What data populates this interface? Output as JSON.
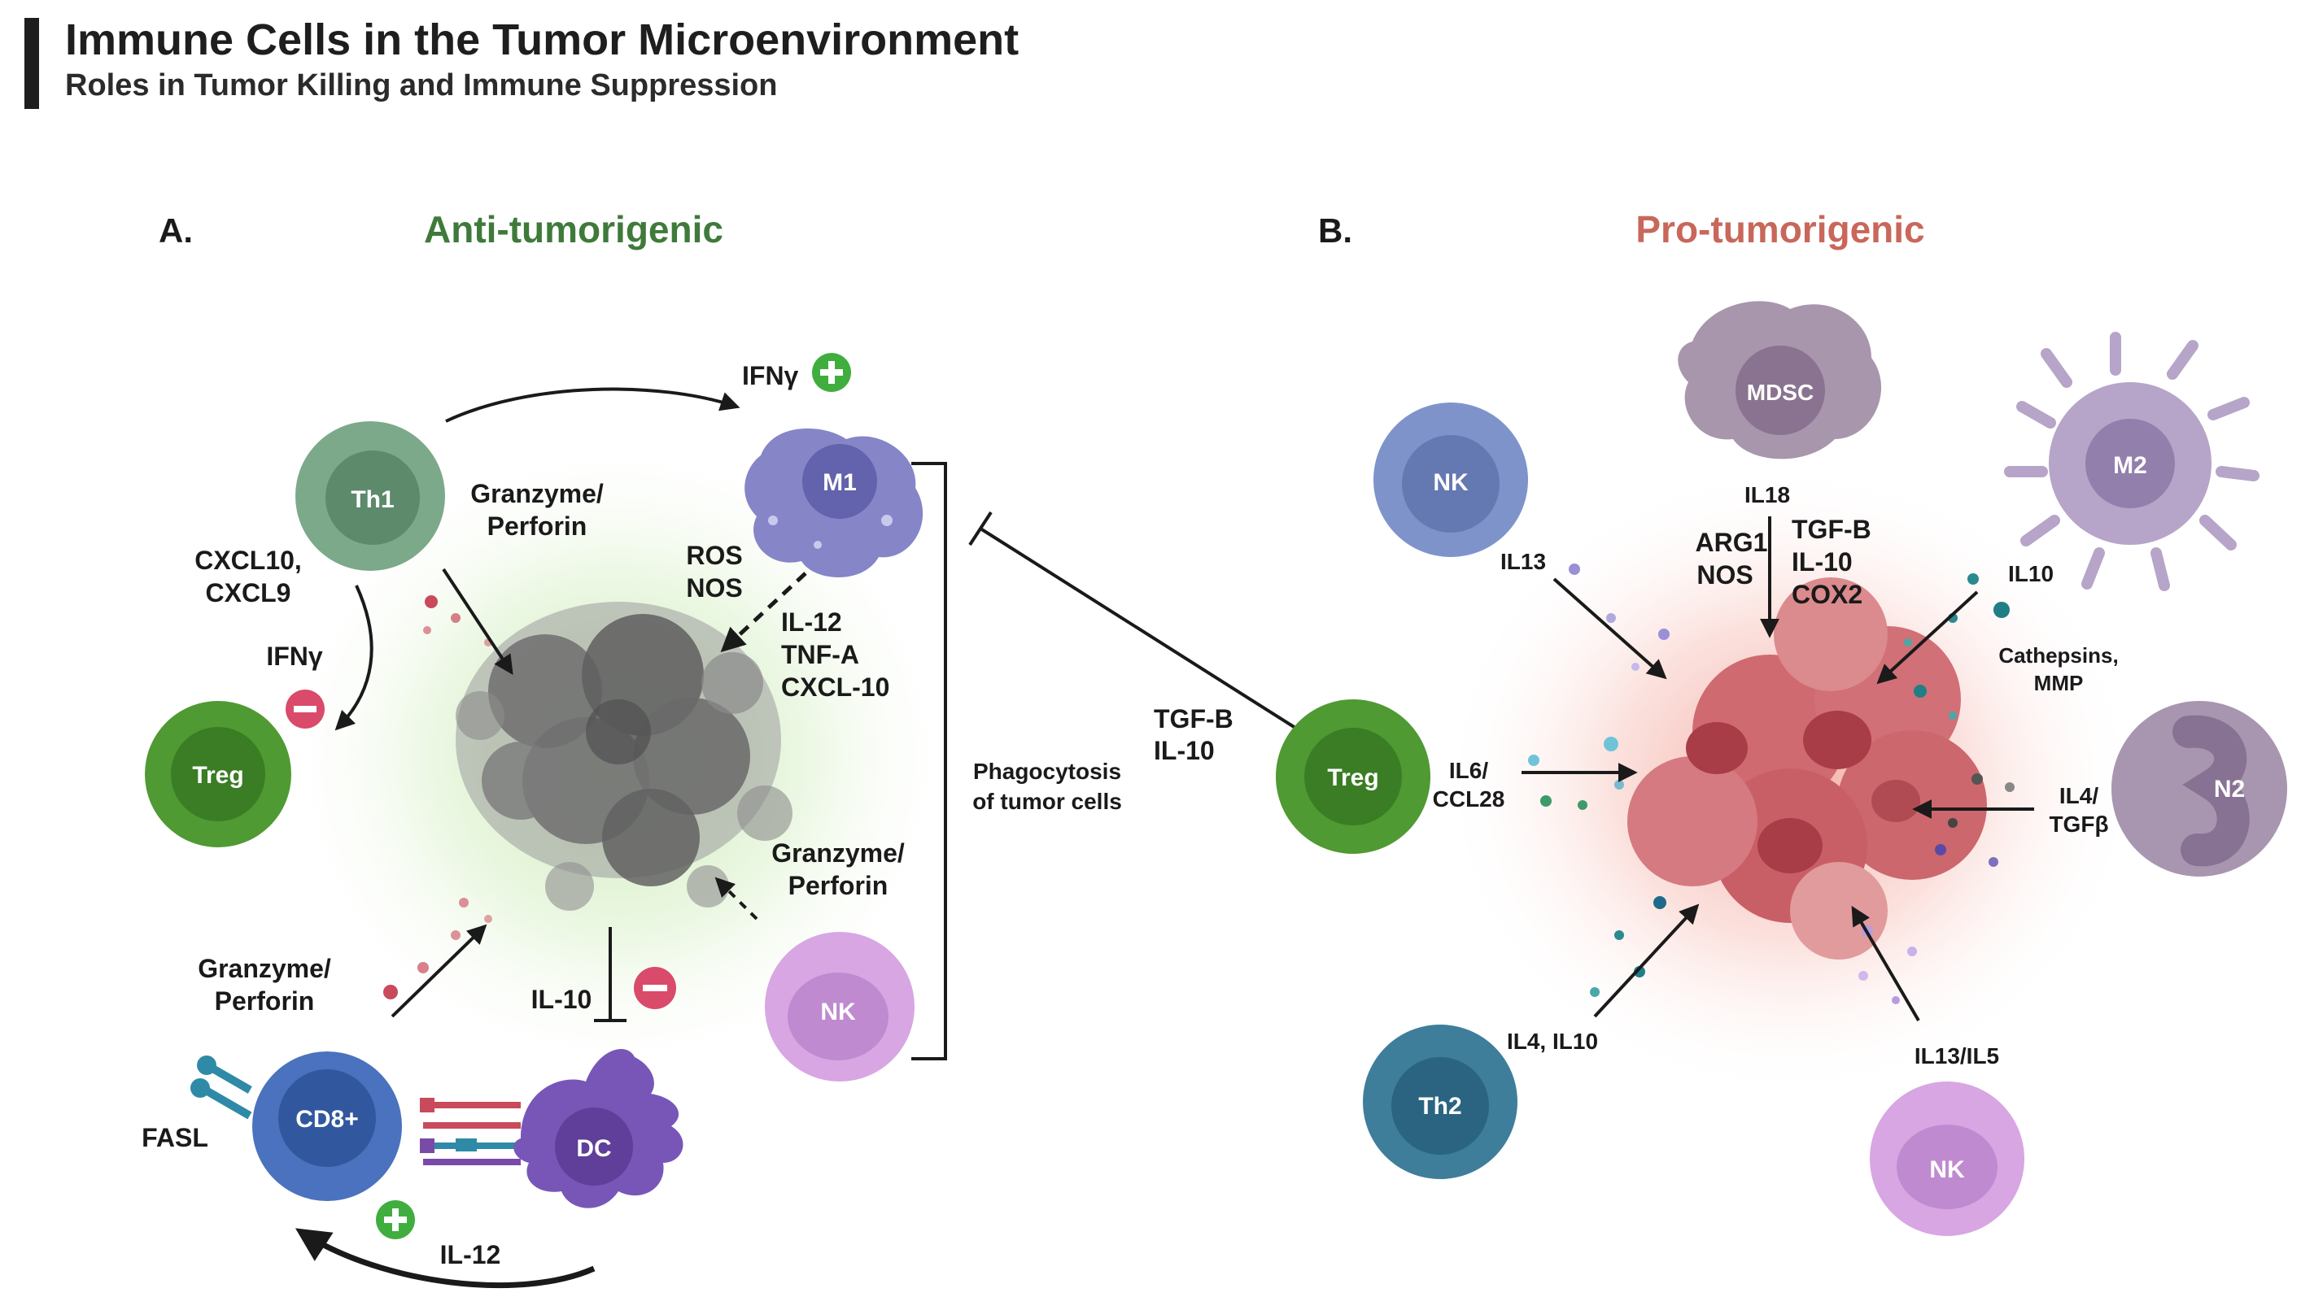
{
  "header": {
    "title": "Immune Cells in the Tumor Microenvironment",
    "subtitle": "Roles in Tumor Killing and Immune Suppression"
  },
  "colors": {
    "anti_heading": "#3f7a3a",
    "pro_heading": "#c8675a",
    "plus": "#3fae3f",
    "minus": "#d94a6b",
    "th1": "#6fa07d",
    "treg": "#4f9a32",
    "m1": "#8585c8",
    "nk": "#c98fd8",
    "cd8": "#4a72be",
    "dc": "#7856b8",
    "mdsc": "#9e8aa6",
    "m2": "#ad9ac2",
    "n2": "#9b86a6",
    "th2": "#3e7e9a",
    "nk_blue": "#7f93cb",
    "tumor_dead": "#6e6e6e",
    "tumor_live": "#c75a62"
  },
  "panel_a": {
    "letter": "A.",
    "heading": "Anti-tumorigenic",
    "cells": {
      "th1": "Th1",
      "m1": "M1",
      "treg": "Treg",
      "nk": "NK",
      "cd8": "CD8+",
      "dc": "DC"
    },
    "labels": {
      "ifn_top": "IFNγ",
      "granzyme_top_1": "Granzyme/",
      "granzyme_top_2": "Perforin",
      "cxcl_1": "CXCL10,",
      "cxcl_2": "CXCL9",
      "ifn_left": "IFNγ",
      "ros": "ROS",
      "nos": "NOS",
      "il12": "IL-12",
      "tnfa": "TNF-A",
      "cxcl10": "CXCL-10",
      "granzyme_right_1": "Granzyme/",
      "granzyme_right_2": "Perforin",
      "granzyme_left_1": "Granzyme/",
      "granzyme_left_2": "Perforin",
      "il10": "IL-10",
      "fasl": "FASL",
      "il12_bottom": "IL-12",
      "phago_1": "Phagocytosis",
      "phago_2": "of tumor cells"
    }
  },
  "center": {
    "tgfb": "TGF-B",
    "il10": "IL-10"
  },
  "panel_b": {
    "letter": "B.",
    "heading": "Pro-tumorigenic",
    "cells": {
      "mdsc": "MDSC",
      "nk_top": "NK",
      "m2": "M2",
      "treg": "Treg",
      "n2": "N2",
      "th2": "Th2",
      "nk_bottom": "NK"
    },
    "labels": {
      "il18": "IL18",
      "arg1": "ARG1",
      "nos": "NOS",
      "tgfb": "TGF-B",
      "il10": "IL-10",
      "cox2": "COX2",
      "il13": "IL13",
      "il10_right": "IL10",
      "cathepsins_1": "Cathepsins,",
      "cathepsins_2": "MMP",
      "il6_1": "IL6/",
      "il6_2": "CCL28",
      "il4_1": "IL4/",
      "il4_2": "TGFβ",
      "il4_il10": "IL4, IL10",
      "il13_il5": "IL13/IL5"
    }
  }
}
